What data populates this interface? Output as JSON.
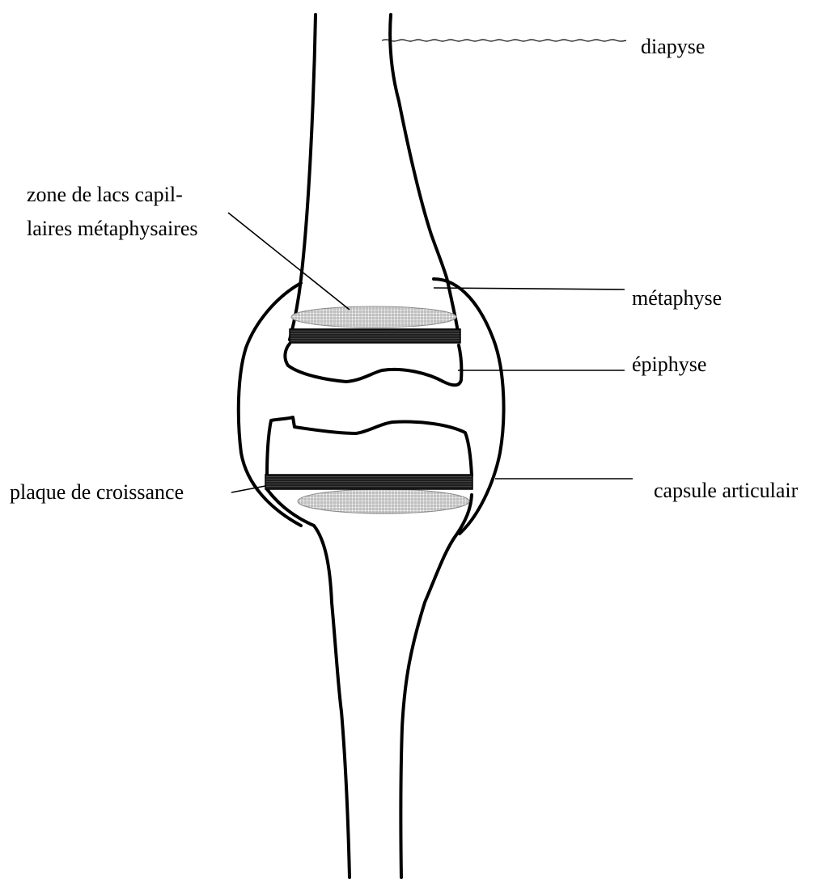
{
  "colors": {
    "ink": "#000000",
    "background": "#ffffff",
    "hatch": "#b5b5b5",
    "plate": "#2a2a2a"
  },
  "labels": {
    "diapyse": "diapyse",
    "zone_line1": "zone de lacs capil-",
    "zone_line2": "laires métaphysaires",
    "metaphyse": "métaphyse",
    "epiphyse": "épiphyse",
    "plaque": "plaque de croissance",
    "capsule": "capsule articulair"
  }
}
